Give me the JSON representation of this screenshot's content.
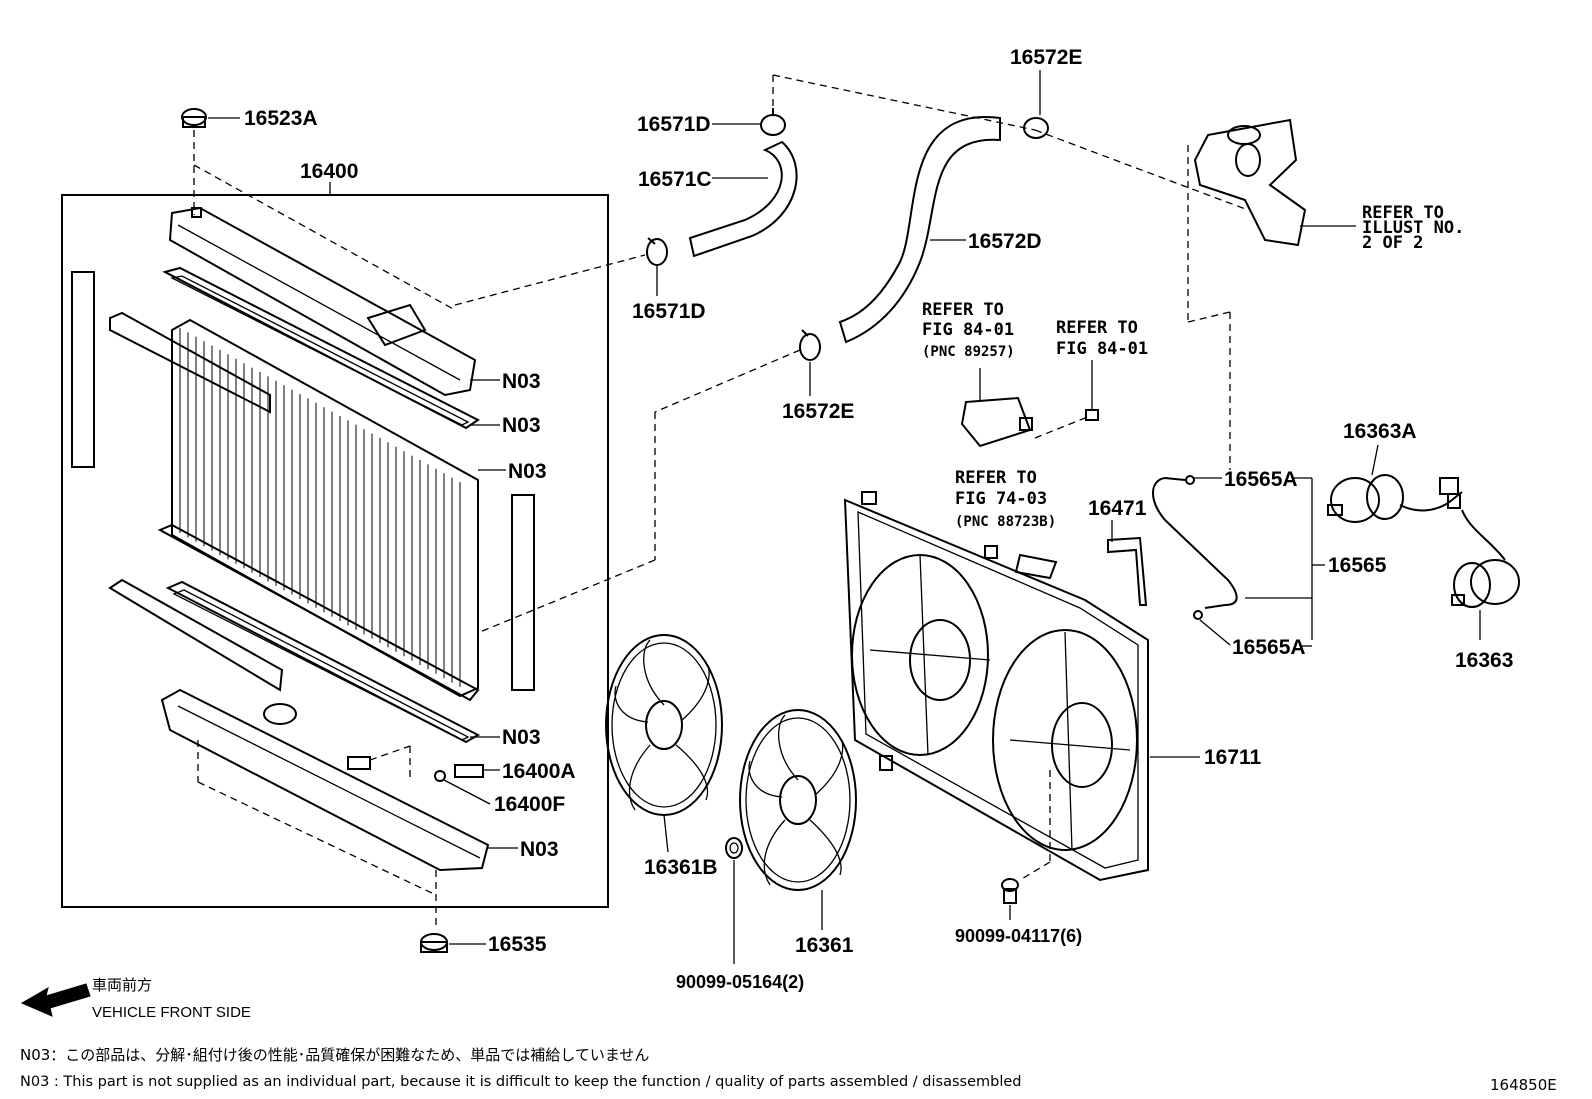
{
  "labels": {
    "p16523A": "16523A",
    "p16400": "16400",
    "n03_1": "N03",
    "n03_2": "N03",
    "n03_3": "N03",
    "n03_4": "N03",
    "n03_5": "N03",
    "p16400A": "16400A",
    "p16400F": "16400F",
    "p16535": "16535",
    "p16571D_top": "16571D",
    "p16571C": "16571C",
    "p16571D_bot": "16571D",
    "p16572E_top": "16572E",
    "p16572D": "16572D",
    "p16572E_bot": "16572E",
    "p16565A_top": "16565A",
    "p16565": "16565",
    "p16565A_bot": "16565A",
    "p16363A": "16363A",
    "p16363": "16363",
    "p16471": "16471",
    "p16711": "16711",
    "p16361B": "16361B",
    "p16361": "16361",
    "p90099_05164": "90099-05164(2)",
    "p90099_04117": "90099-04117(6)"
  },
  "refs": {
    "illust": [
      "REFER TO",
      "ILLUST NO.",
      "2 OF 2"
    ],
    "fig8401_pnc": [
      "REFER TO",
      "FIG 84-01",
      "(PNC 89257)"
    ],
    "fig8401": [
      "REFER TO",
      "FIG 84-01"
    ],
    "fig7403": [
      "REFER TO",
      "FIG 74-03",
      "(PNC 88723B)"
    ]
  },
  "direction": {
    "japanese": "車両前方",
    "english": "VEHICLE FRONT SIDE"
  },
  "notes": {
    "jp": "N03：この部品は、分解･組付け後の性能･品質確保が困難なため、単品では補給していません",
    "en": "N03 : This part is not supplied as an individual part, because it is difficult to keep the function / quality of parts assembled / disassembled"
  },
  "figure_id": "164850E"
}
